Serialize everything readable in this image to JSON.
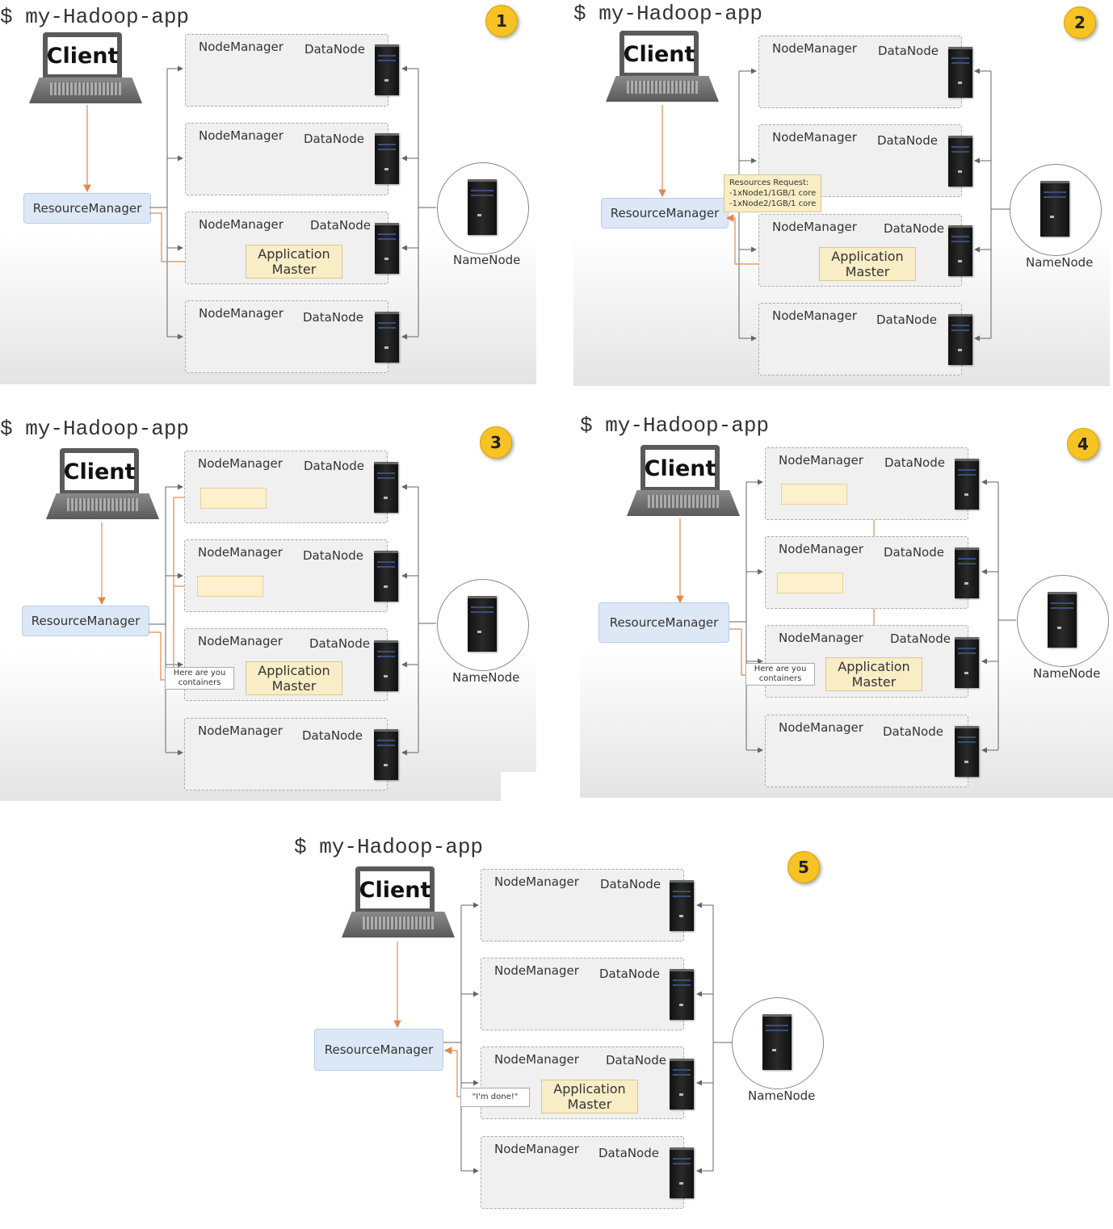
{
  "command": "$ my-Hadoop-app",
  "labels": {
    "client": "Client",
    "resource_manager": "ResourceManager",
    "node_manager": "NodeManager",
    "data_node": "DataNode",
    "name_node": "NameNode",
    "app_master_line1": "Application",
    "app_master_line2": "Master"
  },
  "steps": [
    {
      "badge": "1"
    },
    {
      "badge": "2",
      "note_title": "Resources Request:",
      "note_line1": "-1xNode1/1GB/1 core",
      "note_line2": "-1xNode2/1GB/1 core"
    },
    {
      "badge": "3",
      "note_line1": "Here are you",
      "note_line2": "containers"
    },
    {
      "badge": "4",
      "note_line1": "Here are you",
      "note_line2": "containers"
    },
    {
      "badge": "5",
      "note": "\"I'm done!\""
    }
  ],
  "colors": {
    "arrow": "#e08a4e",
    "line": "#666666",
    "badge": "#f6c224"
  }
}
